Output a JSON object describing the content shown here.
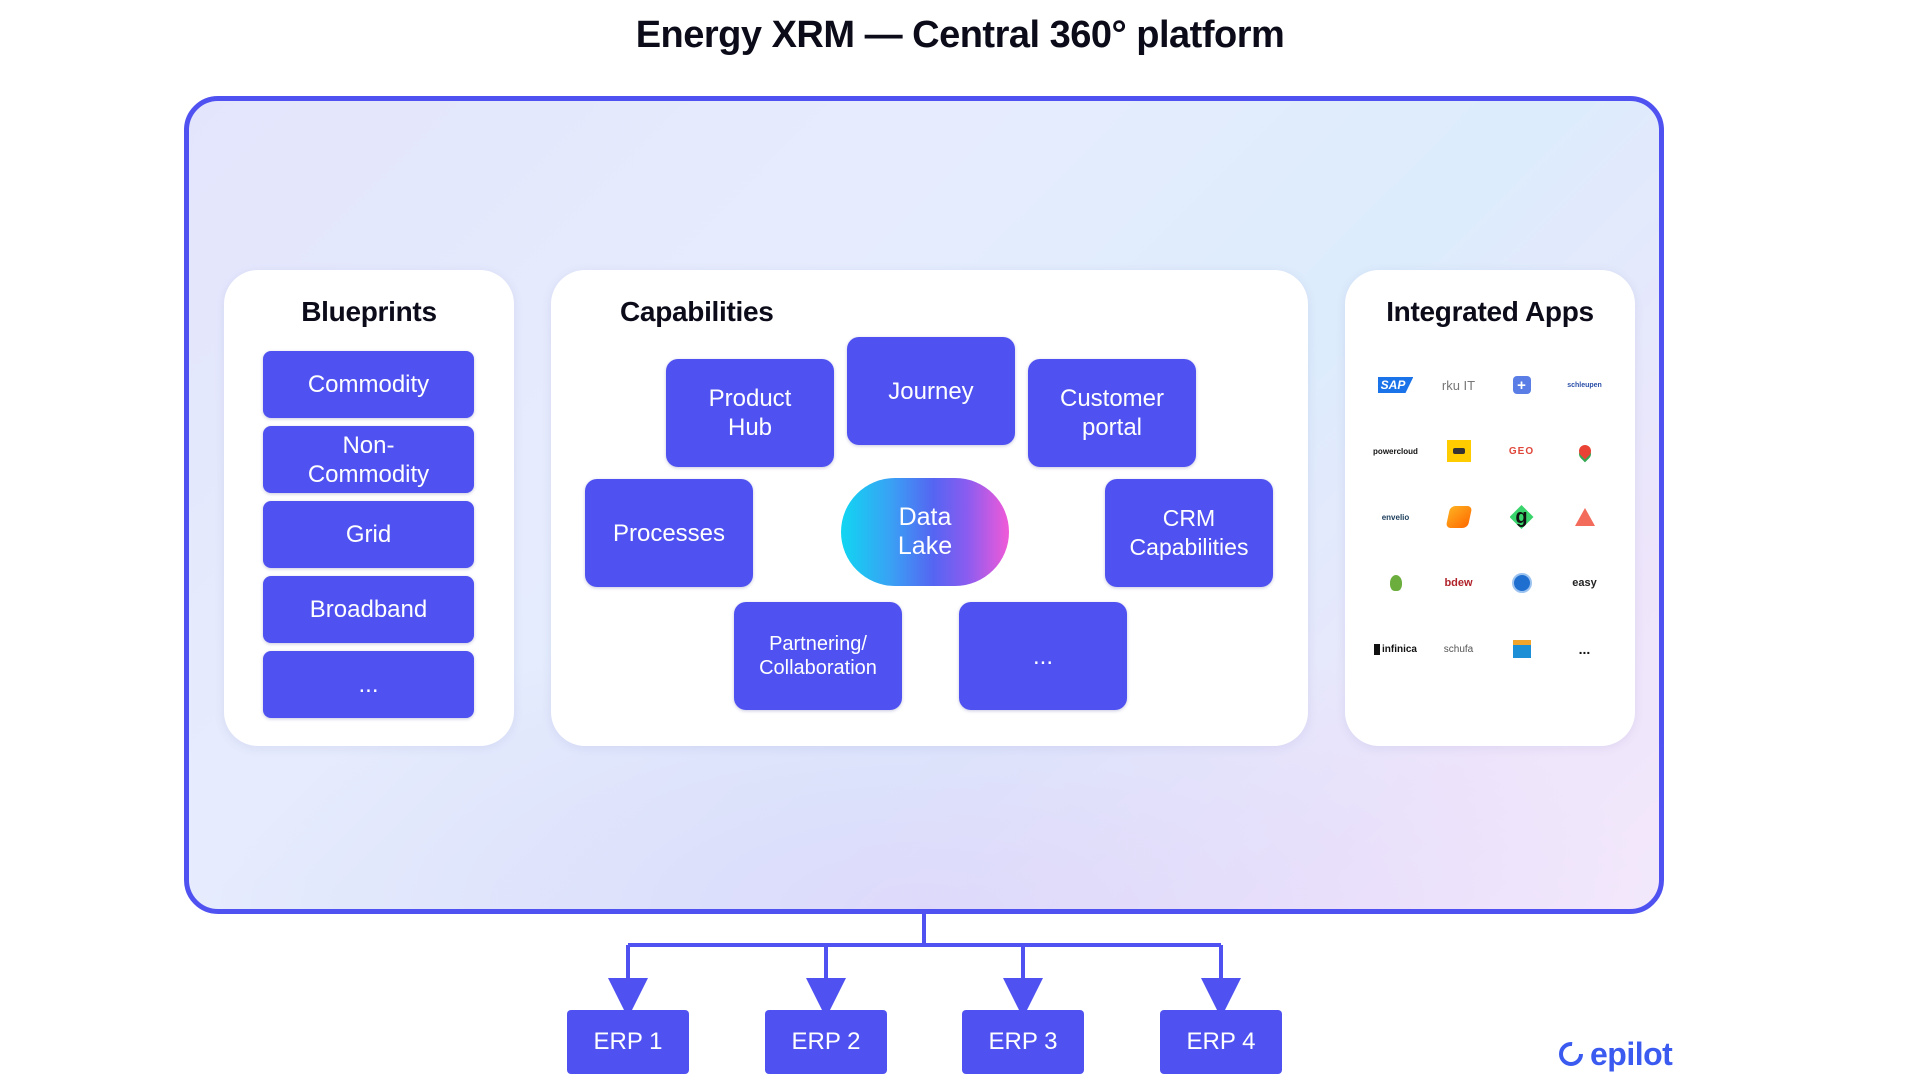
{
  "title": "Energy XRM — Central 360° platform",
  "blueprints": {
    "title": "Blueprints",
    "items": [
      "Commodity",
      "Non-\nCommodity",
      "Grid",
      "Broadband",
      "..."
    ]
  },
  "capabilities": {
    "title": "Capabilities",
    "product_hub": "Product\nHub",
    "journey": "Journey",
    "customer_portal": "Customer\nportal",
    "processes": "Processes",
    "data_lake": "Data\nLake",
    "crm": "CRM\nCapabilities",
    "partnering": "Partnering/\nCollaboration",
    "more": "..."
  },
  "integrated_apps": {
    "title": "Integrated Apps",
    "logos": [
      {
        "name": "sap-logo",
        "text": "SAP"
      },
      {
        "name": "rku-it-logo",
        "text": "rku IT"
      },
      {
        "name": "plus-logo",
        "text": "+"
      },
      {
        "name": "schleupen-logo",
        "text": "schleupen"
      },
      {
        "name": "powercloud-logo",
        "text": "powercloud"
      },
      {
        "name": "deutsche-post-logo",
        "text": ""
      },
      {
        "name": "geo-logo",
        "text": "GEO"
      },
      {
        "name": "google-maps-logo",
        "text": ""
      },
      {
        "name": "envelio-logo",
        "text": "envelio"
      },
      {
        "name": "orange-app-logo",
        "text": ""
      },
      {
        "name": "g-logo",
        "text": "g"
      },
      {
        "name": "triangle-logo",
        "text": ""
      },
      {
        "name": "green-logo",
        "text": ""
      },
      {
        "name": "bdew-logo",
        "text": "bdew"
      },
      {
        "name": "ge-logo",
        "text": ""
      },
      {
        "name": "easy-logo",
        "text": "easy"
      },
      {
        "name": "infinica-logo",
        "text": "infinica"
      },
      {
        "name": "schufa-logo",
        "text": "schufa"
      },
      {
        "name": "square-logo",
        "text": ""
      },
      {
        "name": "more-logo",
        "text": "..."
      }
    ]
  },
  "erps": [
    "ERP 1",
    "ERP 2",
    "ERP 3",
    "ERP 4"
  ],
  "brand": {
    "name": "epilot"
  },
  "colors": {
    "primary": "#4f52f0",
    "border": "#4f52f0",
    "brand": "#3b5bf0",
    "datalake_start": "#10d6f2",
    "datalake_end": "#f15ad8"
  }
}
